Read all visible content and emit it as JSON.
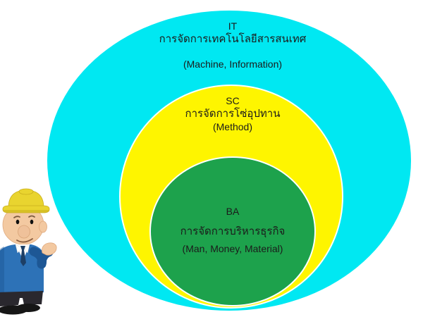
{
  "slide": {
    "background_color": "#ffffff",
    "text_color": "#1b1b1b",
    "ring_outline_color": "#ffffff"
  },
  "rings": [
    {
      "abbr": "IT",
      "thai_label": "การจัดการเทคโนโลยีสารสนเทศ",
      "latin_label": "(Machine, Information)",
      "color": "#00e8f2"
    },
    {
      "abbr": "SC",
      "thai_label": "การจัดการโซ่อุปทาน",
      "latin_label": "(Method)",
      "color": "#fef500"
    },
    {
      "abbr": "BA",
      "thai_label": "การจัดการบริหารธุรกิจ",
      "latin_label": "(Man, Money, Material)",
      "color": "#1da24c"
    }
  ],
  "mascot": {
    "name": "engineer-mascot",
    "helmet_color": "#e9d42f",
    "helmet_shadow_color": "#c9ae1d",
    "skin_color": "#f3c9a1",
    "skin_shadow_color": "#dfa97e",
    "jacket_color": "#2d72b7",
    "jacket_shadow_color": "#1d5795",
    "shirt_color": "#ffffff",
    "tie_color": "#1d3f66",
    "pants_color": "#2a282e",
    "shoe_color": "#161616",
    "eye_color": "#101010",
    "brow_color": "#7c5b3e"
  }
}
